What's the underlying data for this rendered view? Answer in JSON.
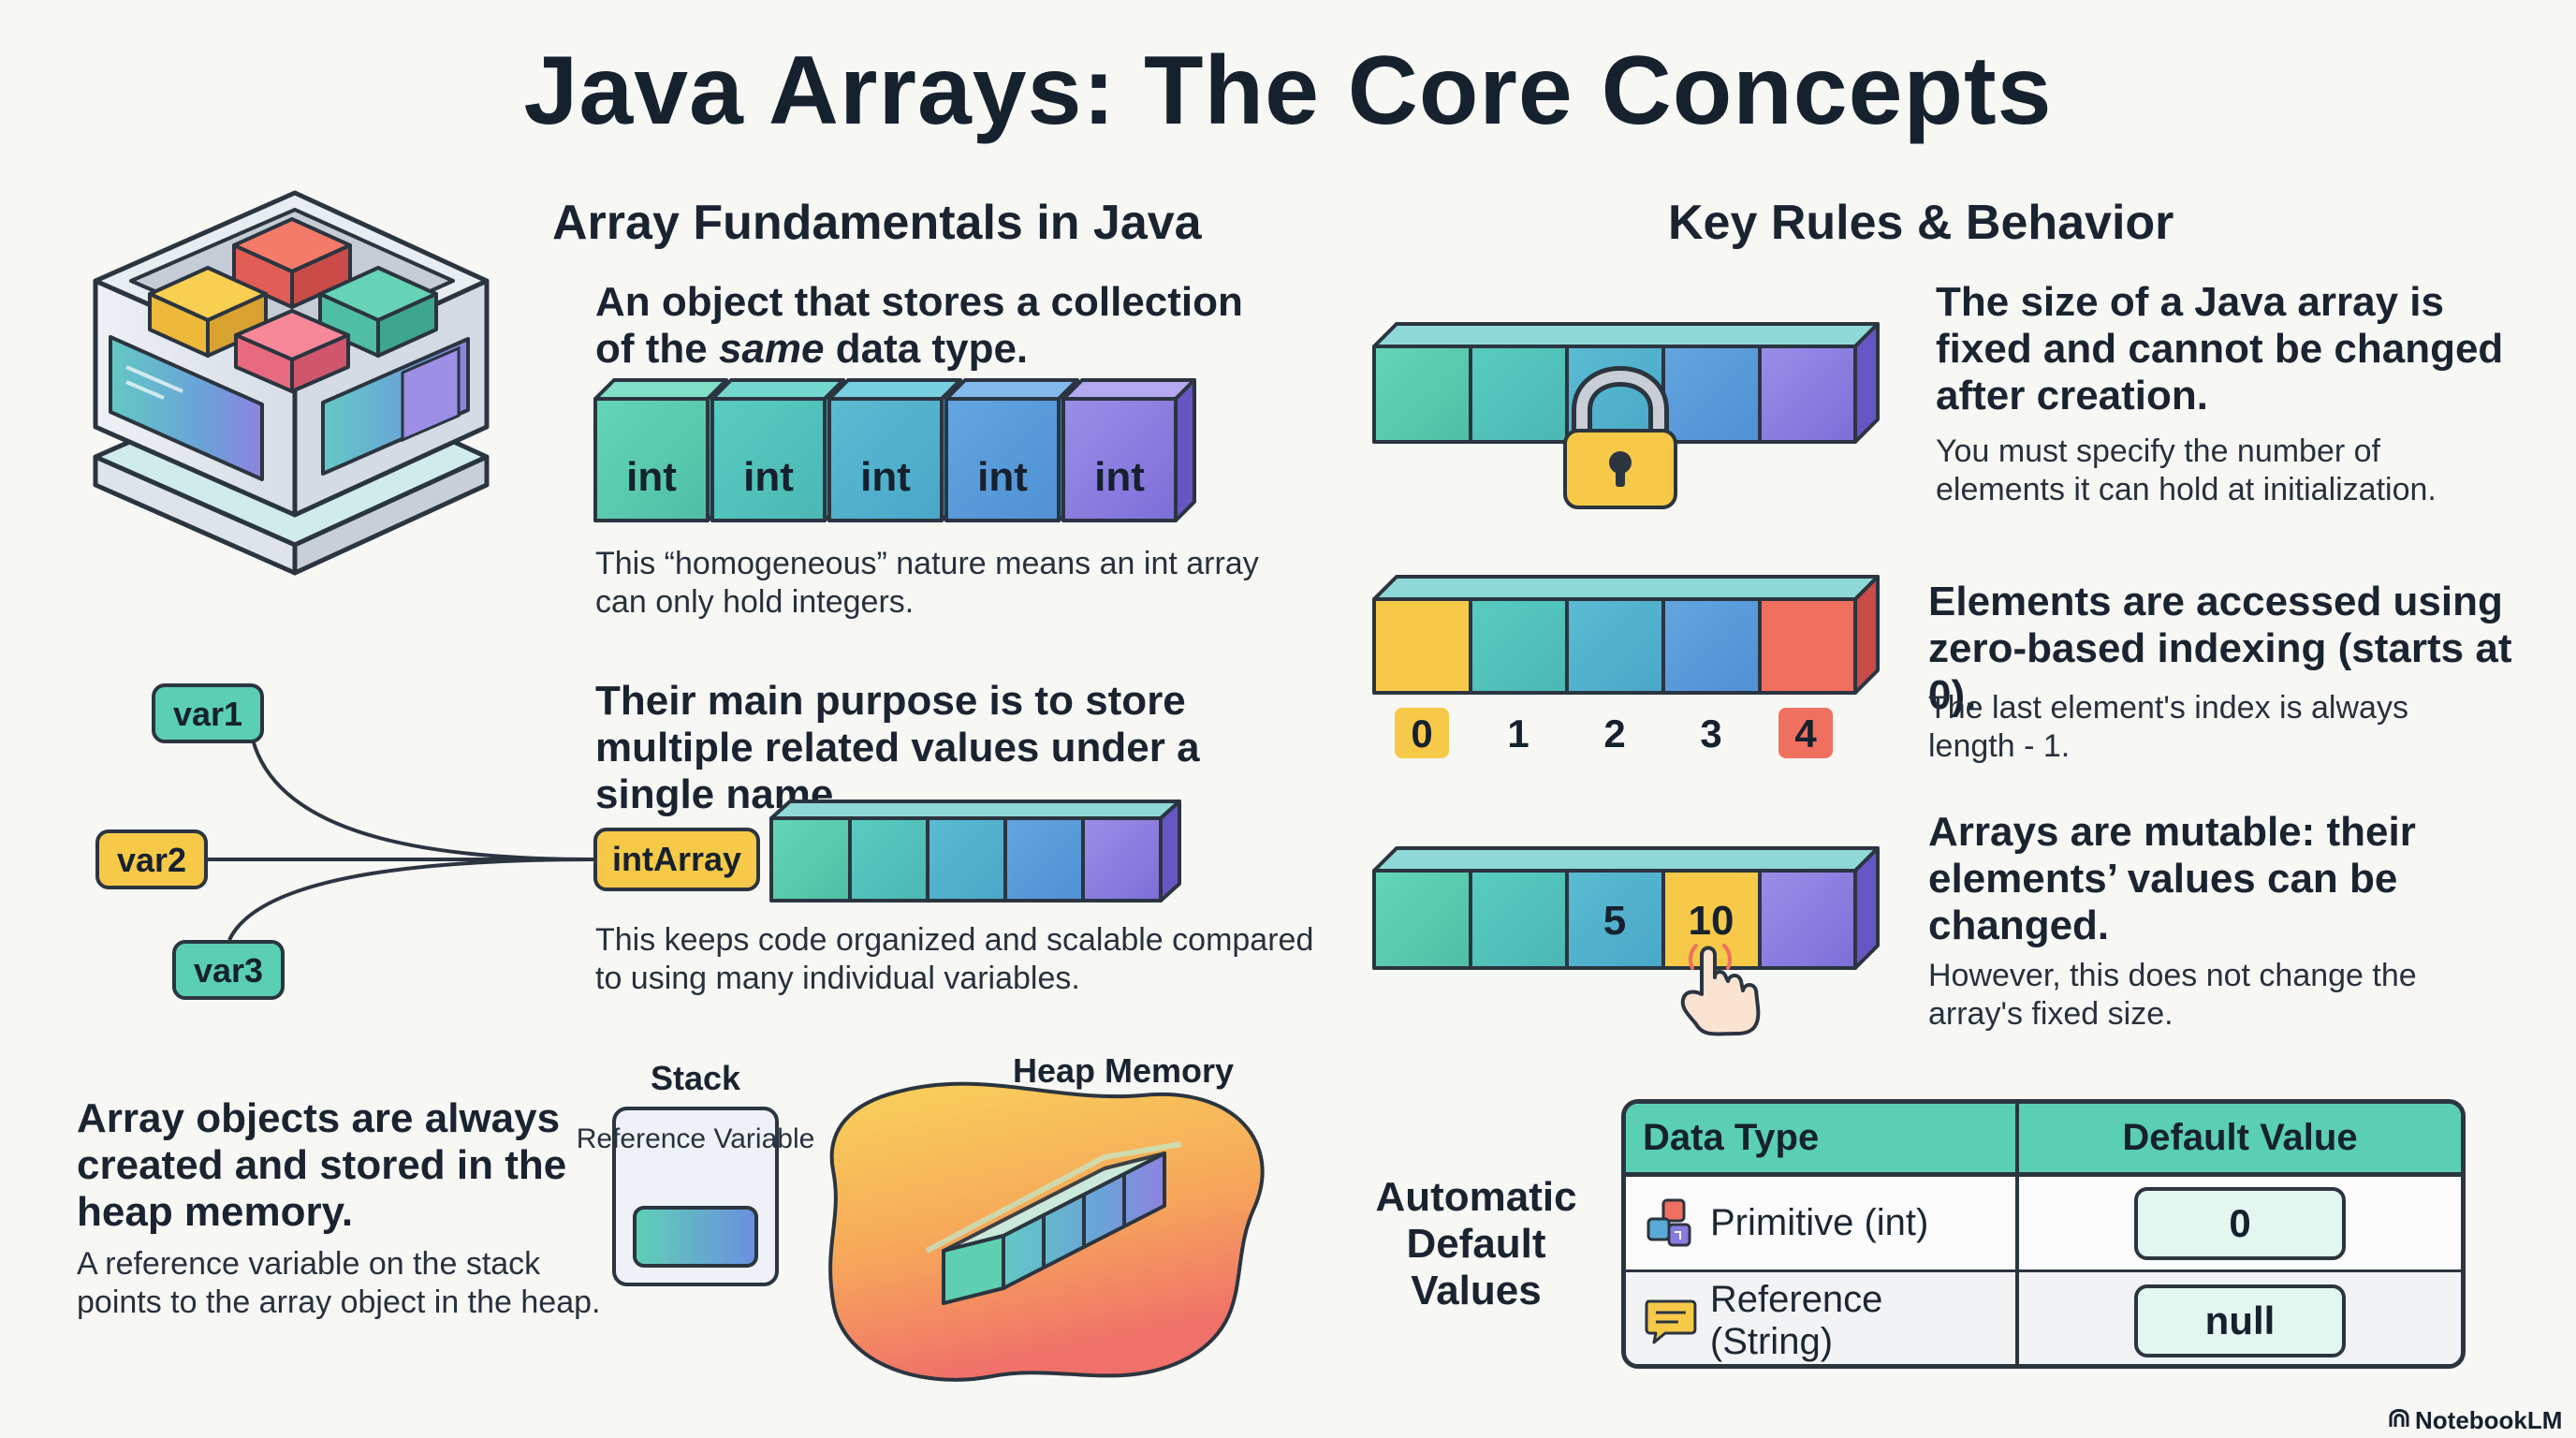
{
  "title": "Java Arrays: The Core Concepts",
  "fundamentals": {
    "heading": "Array Fundamentals in Java",
    "definition_pre": "An object that stores a collection of the ",
    "definition_em": "same",
    "definition_post": " data type.",
    "cell_label": "int",
    "homogeneous_note": "This “homogeneous” nature means an int array can only hold integers.",
    "purpose_heading": "Their main purpose is to store multiple related values under a single name.",
    "variables": [
      "var1",
      "var2",
      "var3"
    ],
    "array_name": "intArray",
    "purpose_note": "This keeps code organized and scalable compared to using many individual variables.",
    "heap_heading": "Array objects are always created and stored in the heap memory.",
    "heap_note": "A reference variable on the stack points to the array object in the heap.",
    "stack_label": "Stack",
    "reference_variable_label": "Reference Variable",
    "heap_label": "Heap Memory"
  },
  "rules": {
    "heading": "Key Rules & Behavior",
    "fixed_size_heading": "The size of a Java array is fixed and cannot be changed after creation.",
    "fixed_size_note": "You must specify the number of elements it can hold at initialization.",
    "indexing_heading": "Elements are accessed using zero-based indexing (starts at 0).",
    "indexing_note": "The last element's index is always length - 1.",
    "indices": [
      "0",
      "1",
      "2",
      "3",
      "4"
    ],
    "mutable_heading": "Arrays are mutable: their elements’ values can be changed.",
    "mutable_note": "However, this does not change the array's fixed size.",
    "old_value": "5",
    "new_value": "10"
  },
  "defaults": {
    "label": "Automatic Default Values",
    "columns": [
      "Data Type",
      "Default Value"
    ],
    "rows": [
      {
        "type": "Primitive (int)",
        "value": "0",
        "icon": "primitive-blocks-icon"
      },
      {
        "type": "Reference (String)",
        "value": "null",
        "icon": "speech-bubble-icon"
      }
    ]
  },
  "brand": "NotebookLM",
  "colors": {
    "teal": "#5bcfb3",
    "blue": "#5aa9d6",
    "purple": "#8a7be0",
    "yellow": "#f7c948",
    "red": "#f07060",
    "dark": "#2b3540"
  }
}
